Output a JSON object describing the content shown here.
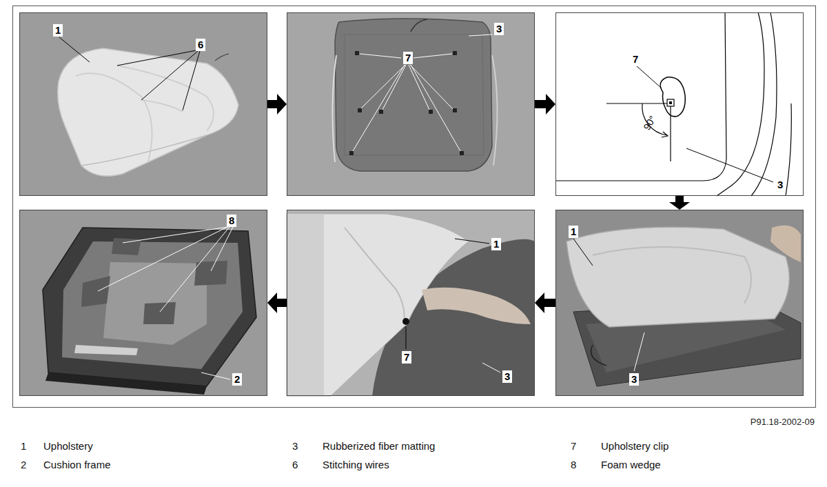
{
  "diagram": {
    "nodes": [
      {
        "text": [
          "1",
          "6"
        ]
      },
      {
        "text": [
          "3",
          "7"
        ]
      },
      {
        "text": [
          "7",
          "3",
          "90°"
        ]
      },
      {
        "text": [
          "1",
          "3"
        ]
      },
      {
        "text": [
          "1",
          "7",
          "3"
        ]
      },
      {
        "text": [
          "8",
          "2"
        ]
      }
    ],
    "edges": [
      {
        "from": 0,
        "to": 1,
        "arrow": "to"
      },
      {
        "from": 1,
        "to": 2,
        "arrow": "to"
      },
      {
        "from": 2,
        "to": 3,
        "arrow": "to"
      },
      {
        "from": 3,
        "to": 4,
        "arrow": "to"
      },
      {
        "from": 4,
        "to": 5,
        "arrow": "to"
      }
    ],
    "labels": [
      "P91.18-2002-09",
      "1",
      "Upholstery",
      "3",
      "Rubberized fiber matting",
      "7",
      "Upholstery clip",
      "2",
      "Cushion frame",
      "6",
      "Stitching wires",
      "8",
      "Foam wedge"
    ]
  }
}
